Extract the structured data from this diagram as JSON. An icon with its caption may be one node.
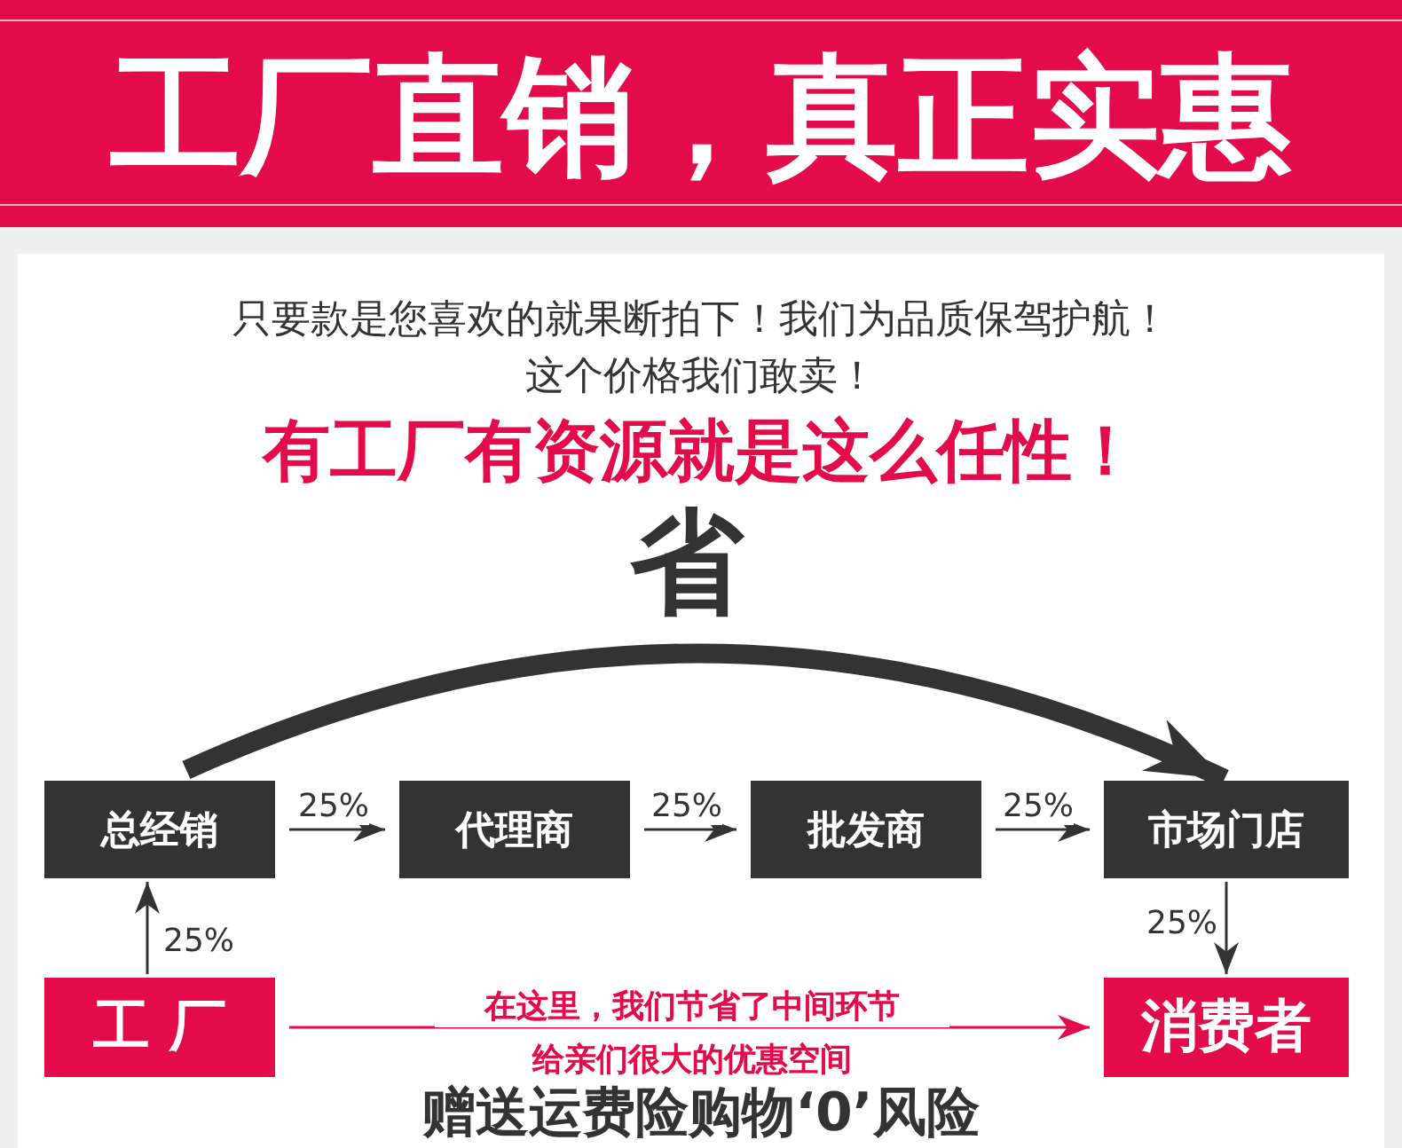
{
  "diagram": {
    "title": "工厂直销，真正实惠",
    "nodes": [
      {
        "text": [
          "总经销"
        ]
      },
      {
        "text": [
          "代理商"
        ]
      },
      {
        "text": [
          "批发商"
        ]
      },
      {
        "text": [
          "市场门店"
        ]
      },
      {
        "text": [
          "工 厂"
        ]
      },
      {
        "text": [
          "消费者"
        ]
      }
    ],
    "edges": [
      {
        "from": 4,
        "to": 0,
        "arrow": "to",
        "label": "25%"
      },
      {
        "from": 0,
        "to": 1,
        "arrow": "to",
        "label": "25%"
      },
      {
        "from": 1,
        "to": 2,
        "arrow": "to",
        "label": "25%"
      },
      {
        "from": 2,
        "to": 3,
        "arrow": "to",
        "label": "25%"
      },
      {
        "from": 3,
        "to": 5,
        "arrow": "to",
        "label": "25%"
      },
      {
        "from": 4,
        "to": 5,
        "arrow": "to",
        "label": "在这里，我们节省了中间环节",
        "color": "#e30b4a"
      },
      {
        "from": 0,
        "to": 3,
        "arrow": "to",
        "label": "省",
        "style": "thick"
      }
    ],
    "labels": [
      "只要款是您喜欢的就果断拍下！我们为品质保驾护航！",
      "这个价格我们敢卖！",
      "有工厂有资源就是这么任性！",
      "给亲们很大的优惠空间",
      "赠送运费险购物‘0’风险"
    ]
  }
}
